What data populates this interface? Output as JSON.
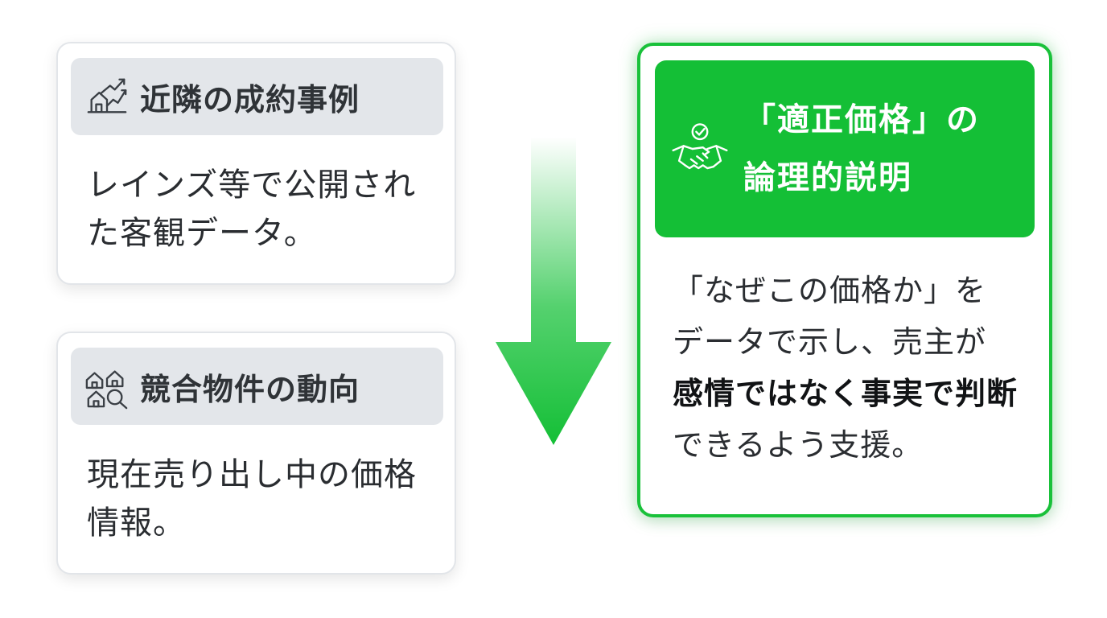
{
  "left_cards": [
    {
      "icon": "house-chart-icon",
      "title": "近隣の成約事例",
      "body_lines": [
        "レインズ等で公開され",
        "た客観データ。"
      ]
    },
    {
      "icon": "houses-search-icon",
      "title": "競合物件の動向",
      "body_lines": [
        "現在売り出し中の価格",
        "情報。"
      ]
    }
  ],
  "right_card": {
    "icon": "handshake-check-icon",
    "title_lines": [
      "「適正価格」の",
      "論理的説明"
    ],
    "body": {
      "line1": "「なぜこの価格か」を",
      "line2": "データで示し、売主が",
      "line3_strong": "感情ではなく事実で判断",
      "line4": "できるよう支援。"
    }
  },
  "colors": {
    "accent_green": "#14bf36",
    "header_gray": "#e3e6ea",
    "text_dark": "#2a2d31"
  }
}
